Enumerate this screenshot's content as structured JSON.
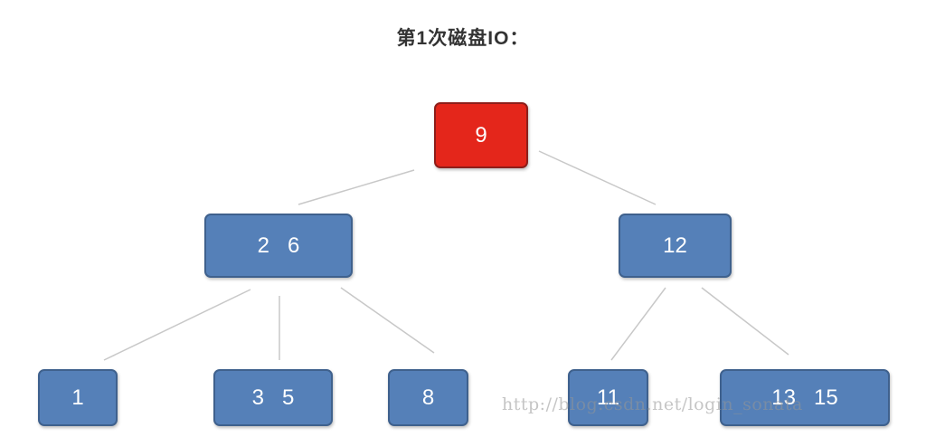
{
  "title": "第1次磁盘IO：",
  "tree": {
    "root": {
      "keys": [
        "9"
      ],
      "state": "read"
    },
    "level1": [
      {
        "keys": [
          "2",
          "6"
        ]
      },
      {
        "keys": [
          "12"
        ]
      }
    ],
    "level2": [
      {
        "keys": [
          "1"
        ]
      },
      {
        "keys": [
          "3",
          "5"
        ]
      },
      {
        "keys": [
          "8"
        ]
      },
      {
        "keys": [
          "11"
        ]
      },
      {
        "keys": [
          "13",
          "15"
        ]
      }
    ]
  },
  "colors": {
    "node_fill": "#5580b8",
    "node_border": "#3f618d",
    "active_fill": "#e4261b",
    "active_border": "#8e1e1a",
    "edge": "#c8c8c8"
  },
  "watermark": "http://blog.csdn.net/login_sonata"
}
